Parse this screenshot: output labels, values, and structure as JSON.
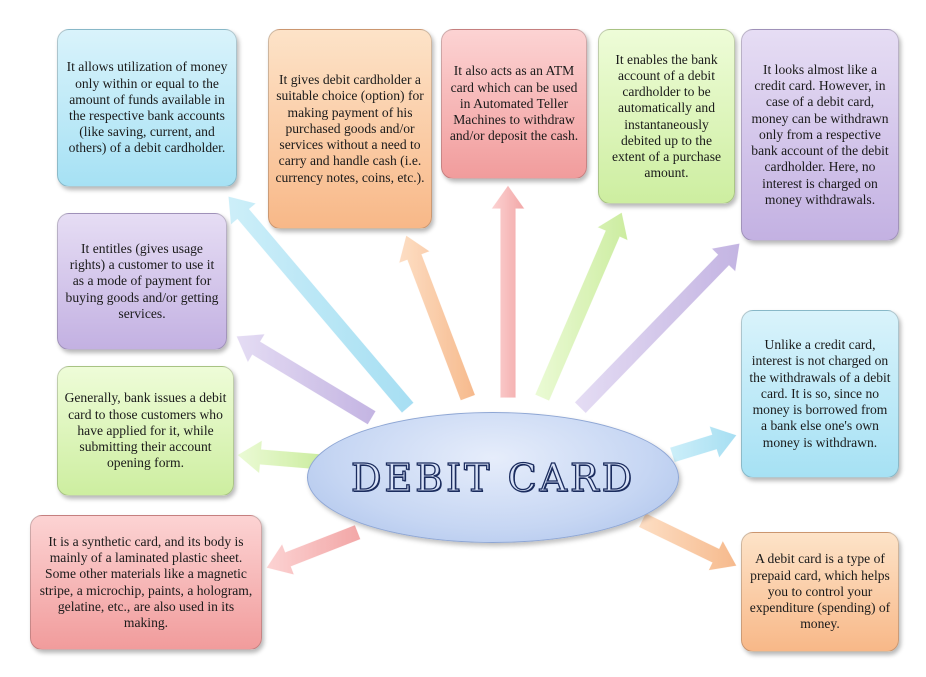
{
  "center": {
    "label": "DEBIT CARD"
  },
  "boxes": {
    "utilization": "It allows utilization of money only within or equal to the amount of funds available in the respective bank accounts (like saving, current, and others) of a debit cardholder.",
    "choice": "It gives debit cardholder a suitable choice (option) for making payment of his purchased goods and/or services without a need to carry and handle cash (i.e. currency notes, coins, etc.).",
    "atm": "It also acts as an ATM card which can be used in Automated Teller Machines to withdraw and/or deposit the cash.",
    "debited": "It enables the bank account of a debit cardholder to be automatically and instantaneously debited up to the extent of a purchase amount.",
    "credit_like": "It looks almost like a credit card. However, in case of a debit card, money can be withdrawn only from a respective bank account of the debit cardholder. Here, no interest is charged on money withdrawals.",
    "entitles": "It entitles (gives usage rights) a customer to use it as a mode of payment for buying goods and/or getting services.",
    "issues": "Generally, bank issues a debit card to those customers who have applied for it, while submitting their account opening form.",
    "synthetic": "It is a synthetic card, and its body is mainly of a laminated plastic sheet. Some other materials like a magnetic stripe, a microchip, paints, a hologram, gelatine, etc., are also used in its making.",
    "no_interest": "Unlike a credit card, interest is not charged on the withdrawals of a debit card. It is so, since no money is borrowed from a bank else one's own money is withdrawn.",
    "prepaid": "A debit card is a type of prepaid card, which helps you to control your expenditure (spending) of money."
  },
  "colors": {
    "blue": "#a6e1f4",
    "orange": "#f8b888",
    "red": "#f19c9c",
    "green": "#cdeea0",
    "purple": "#c3b1e2",
    "center": "#c6d6f3"
  }
}
